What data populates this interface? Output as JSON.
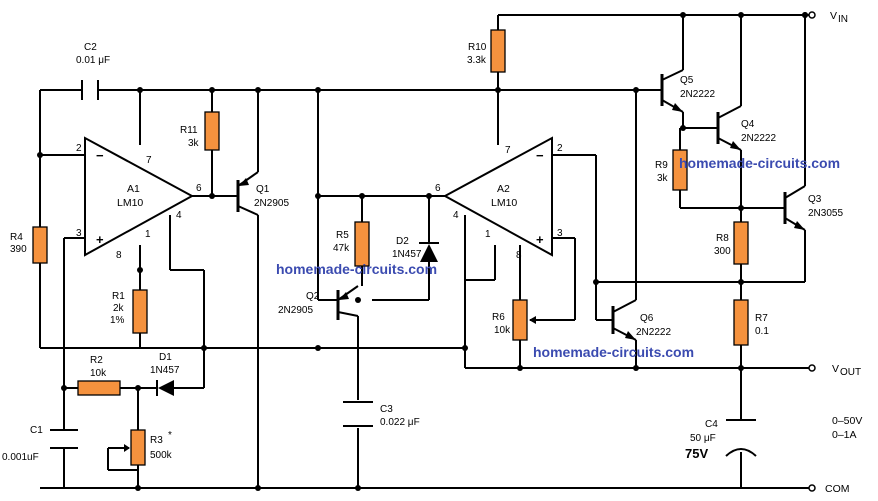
{
  "labels": {
    "vin": "V",
    "vin_sub": "IN",
    "vout": "V",
    "vout_sub": "OUT",
    "com": "COM",
    "range_v": "0–50V",
    "range_a": "0–1A",
    "c4_rating": "75V"
  },
  "watermark": "homemade-circuits.com",
  "components": {
    "c1": {
      "name": "C1",
      "value": "0.001uF"
    },
    "c2": {
      "name": "C2",
      "value": "0.01 μF"
    },
    "c3": {
      "name": "C3",
      "value": "0.022 μF"
    },
    "c4": {
      "name": "C4",
      "value": "50 μF"
    },
    "r1": {
      "name": "R1",
      "value": "2k",
      "tol": "1%"
    },
    "r2": {
      "name": "R2",
      "value": "10k"
    },
    "r3": {
      "name": "R3",
      "star": "*",
      "value": "500k"
    },
    "r4": {
      "name": "R4",
      "value": "390"
    },
    "r5": {
      "name": "R5",
      "value": "47k"
    },
    "r6": {
      "name": "R6",
      "value": "10k"
    },
    "r7": {
      "name": "R7",
      "value": "0.1"
    },
    "r8": {
      "name": "R8",
      "value": "300"
    },
    "r9": {
      "name": "R9",
      "value": "3k"
    },
    "r10": {
      "name": "R10",
      "value": "3.3k"
    },
    "r11": {
      "name": "R11",
      "value": "3k"
    },
    "d1": {
      "name": "D1",
      "value": "1N457"
    },
    "d2": {
      "name": "D2",
      "value": "1N457"
    },
    "q1": {
      "name": "Q1",
      "value": "2N2905"
    },
    "q2": {
      "name": "Q2",
      "value": "2N2905"
    },
    "q3": {
      "name": "Q3",
      "value": "2N3055"
    },
    "q4": {
      "name": "Q4",
      "value": "2N2222"
    },
    "q5": {
      "name": "Q5",
      "value": "2N2222"
    },
    "q6": {
      "name": "Q6",
      "value": "2N2222"
    },
    "a1": {
      "name": "A1",
      "value": "LM10"
    },
    "a2": {
      "name": "A2",
      "value": "LM10"
    }
  },
  "pins": {
    "a1": {
      "p1": "1",
      "p2": "2",
      "p3": "3",
      "p4": "4",
      "p6": "6",
      "p7": "7",
      "p8": "8",
      "minus": "−",
      "plus": "+"
    },
    "a2": {
      "p1": "1",
      "p2": "2",
      "p3": "3",
      "p4": "4",
      "p6": "6",
      "p7": "7",
      "p8": "8",
      "minus": "−",
      "plus": "+"
    }
  }
}
